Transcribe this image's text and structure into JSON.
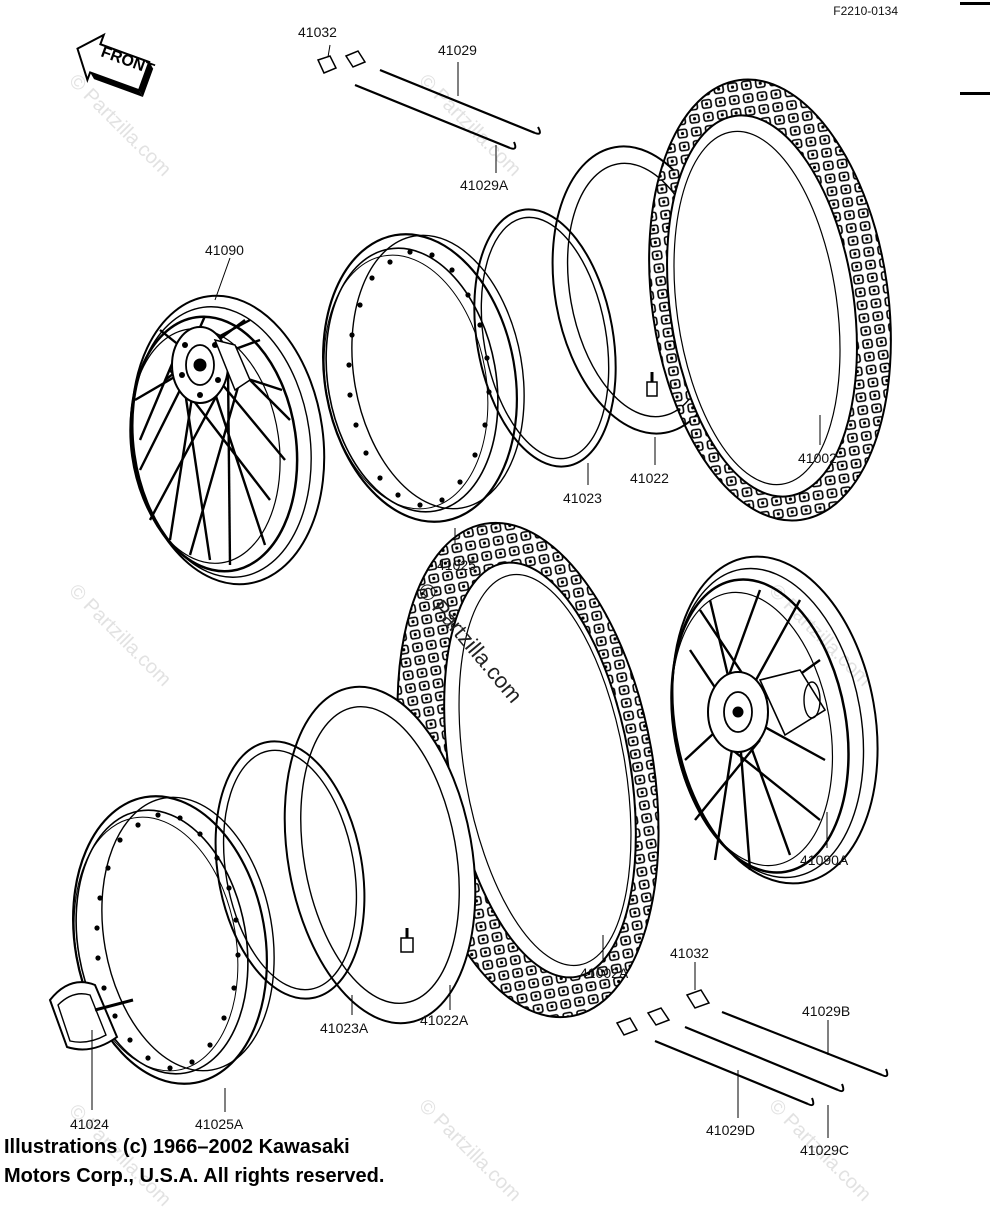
{
  "diagram_code": "F2210-0134",
  "front_label": "FRONT",
  "watermark": "© Partzilla.com",
  "copyright": {
    "line1": "Illustrations (c) 1966–2002 Kawasaki",
    "line2": "Motors Corp., U.S.A.  All rights reserved."
  },
  "parts": {
    "p41032_top": "41032",
    "p41029": "41029",
    "p41029A": "41029A",
    "p41090": "41090",
    "p41025": "41025",
    "p41023": "41023",
    "p41022": "41022",
    "p41002": "41002",
    "p41002A": "41002A",
    "p41090A": "41090A",
    "p41023A": "41023A",
    "p41022A": "41022A",
    "p41024": "41024",
    "p41025A": "41025A",
    "p41032_bottom": "41032",
    "p41029B": "41029B",
    "p41029C": "41029C",
    "p41029D": "41029D"
  }
}
